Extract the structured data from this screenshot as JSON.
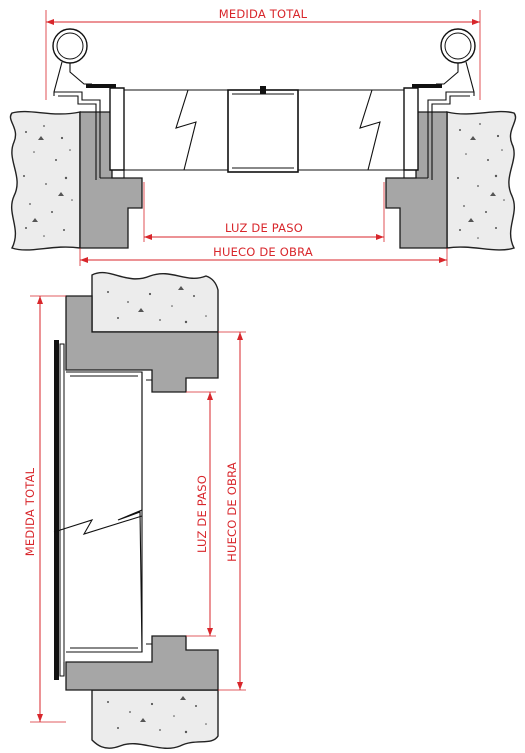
{
  "dimensions": {
    "medida_total": "MEDIDA TOTAL",
    "luz_de_paso": "LUZ DE PASO",
    "hueco_de_obra": "HUECO DE OBRA"
  },
  "colors": {
    "dimension_lines": "#d8262b",
    "wall_plaster": "#a6a6a6",
    "concrete": "#ececec",
    "outline": "#111111"
  }
}
